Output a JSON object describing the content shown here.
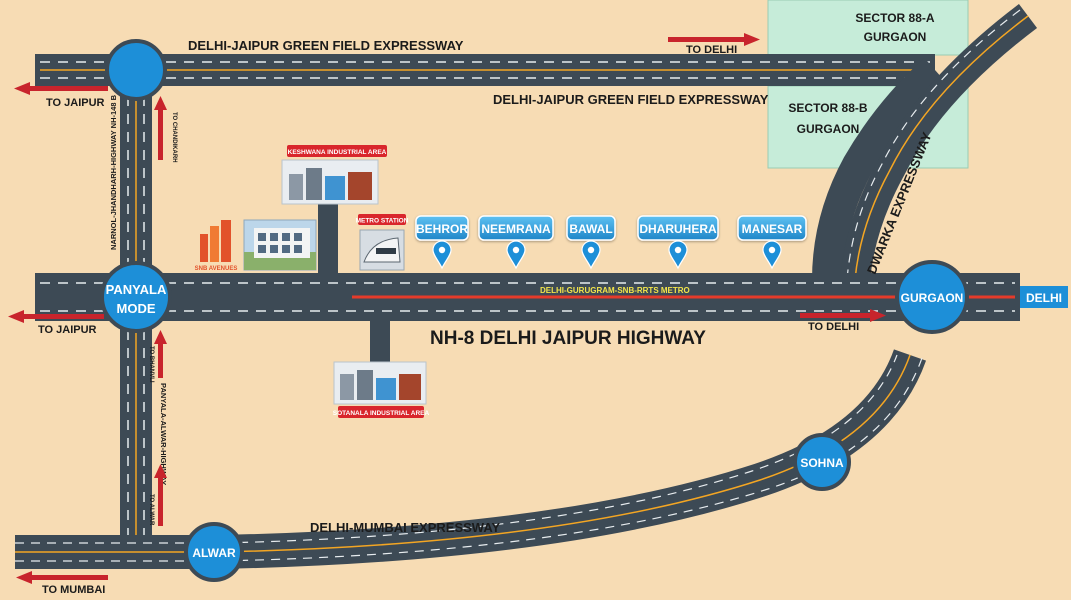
{
  "roads": {
    "greenfield_top": "DELHI-JAIPUR GREEN FIELD EXPRESSWAY",
    "greenfield_mid": "DELHI-JAIPUR GREEN FIELD EXPRESSWAY",
    "nh8": "NH-8 DELHI JAIPUR HIGHWAY",
    "mumbai_expressway": "DELHI-MUMBAI EXPRESSWAY",
    "dwarka": "DWARKA EXPRESSWAY",
    "metro": "DELHI-GURUGRAM-SNB-RRTS METRO",
    "narnol_highway": "NARNOL-JHANDHARH-HIGHWAY NH-148 B",
    "panyala_alwar": "PANYALA-ALWAR-HIGHWAY"
  },
  "directions": {
    "to_delhi_top": "TO DELHI",
    "to_jaipur_top": "TO JAIPUR",
    "to_chandikarh": "TO CHANDIKARH",
    "to_jaipur_mid": "TO JAIPUR",
    "to_delhi_mid": "TO DELHI",
    "to_bhanvli": "TO BHANVLI",
    "to_alwar": "TO ALWAR",
    "to_mumbai": "TO MUMBAI"
  },
  "junctions": {
    "panyala_line1": "PANYALA",
    "panyala_line2": "MODE",
    "gurgaon": "GURGAON",
    "sohna": "SOHNA",
    "alwar": "ALWAR"
  },
  "delhi_tag": "DELHI",
  "sectors": {
    "a_line1": "SECTOR 88-A",
    "a_line2": "GURGAON",
    "b_line1": "SECTOR 88-B",
    "b_line2": "GURGAON"
  },
  "places": [
    "BEHROR",
    "NEEMRANA",
    "BAWAL",
    "DHARUHERA",
    "MANESAR"
  ],
  "landmarks": {
    "keshwana": "KESHWANA INDUSTRIAL AREA",
    "metro_station": "METRO STATION",
    "sotanala": "SOTANALA INDUSTRIAL AREA",
    "project_logo": "SNB AVENUES"
  },
  "colors": {
    "background": "#f7dcb4",
    "road": "#3d4a55",
    "junction": "#1d8fd8",
    "sector_fill": "#c6ecd9",
    "arrow": "#c8242c",
    "metro_line": "#e53b2a",
    "lane_marking": "#f4a623"
  }
}
